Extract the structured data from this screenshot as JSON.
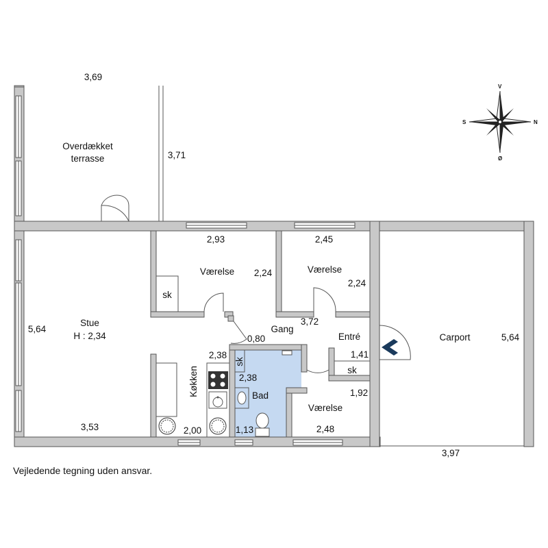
{
  "rooms": {
    "terrace": {
      "line1": "Overdækket",
      "line2": "terrasse"
    },
    "living": {
      "name": "Stue",
      "height": "H : 2,34"
    },
    "bedroom_1": "Værelse",
    "bedroom_2": "Værelse",
    "bedroom_3": "Værelse",
    "hall": "Gang",
    "entrance": "Entré",
    "kitchen": "Køkken",
    "bath": "Bad",
    "carport": "Carport",
    "closet_1": "sk",
    "closet_2": "sk",
    "closet_3": "sk"
  },
  "dimensions": {
    "terrace_width": "3,69",
    "terrace_depth": "3,71",
    "living_depth": "5,64",
    "living_width": "3,53",
    "bedroom_1_width": "2,93",
    "bedroom_1_depth": "2,24",
    "bedroom_2_width": "2,45",
    "bedroom_2_depth": "2,24",
    "hall_length": "3,72",
    "hall_width": "0,80",
    "entrance_width": "1,41",
    "kitchen_top": "2,38",
    "kitchen_width": "2,00",
    "bath_width": "2,38",
    "bath_depth": "1,13",
    "bedroom_3_depth": "1,92",
    "bedroom_3_width": "2,48",
    "carport_depth": "5,64",
    "carport_width": "3,97"
  },
  "compass": {
    "north": "N",
    "south": "S",
    "east": "Ø",
    "west": "V"
  },
  "disclaimer": "Vejledende tegning uden ansvar.",
  "colors": {
    "bath_fill": "#c5d9f1",
    "wall_fill": "#c8c8c8",
    "entrance_arrow": "#1a3a5c"
  }
}
